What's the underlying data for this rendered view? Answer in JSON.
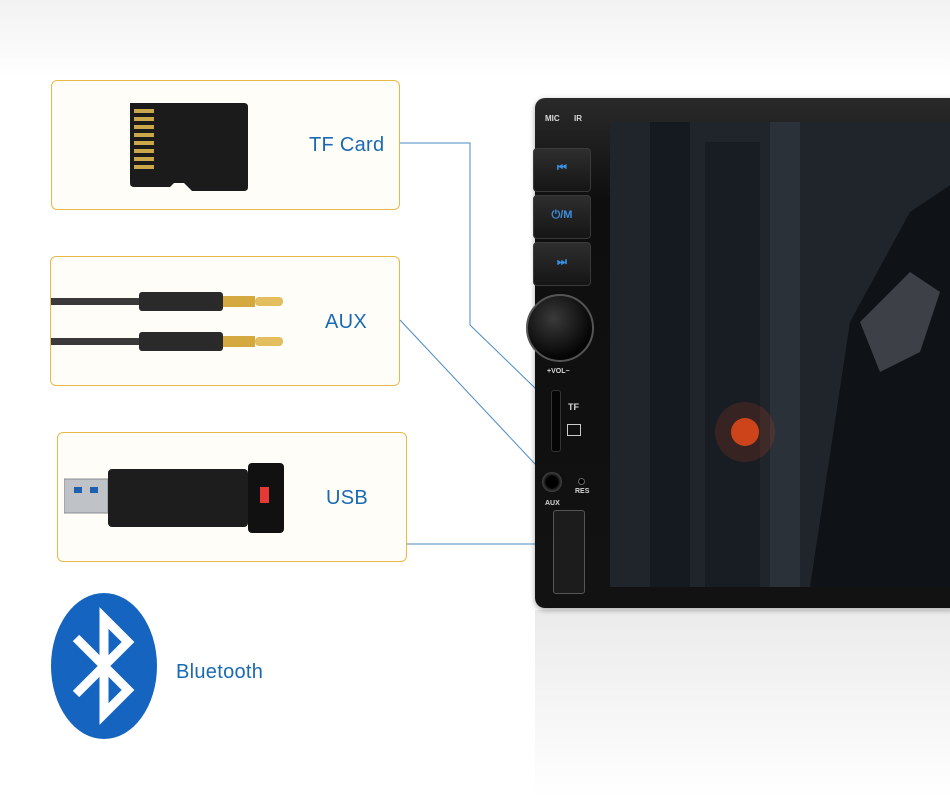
{
  "features": {
    "tf_card": {
      "label": "TF Card",
      "icon": "tf-card-icon"
    },
    "aux": {
      "label": "AUX",
      "icon": "aux-cable-icon"
    },
    "usb": {
      "label": "USB",
      "icon": "usb-drive-icon"
    },
    "bluetooth": {
      "label": "Bluetooth",
      "icon": "bluetooth-icon"
    }
  },
  "device": {
    "mic_label": "MIC",
    "ir_label": "IR",
    "prev_button_glyph": "⏮",
    "power_mode_glyph": "⏻/M",
    "next_button_glyph": "⏭",
    "vol_label": "+VOL−",
    "tf_label": "TF",
    "aux_label": "AUX",
    "res_label": "RES"
  },
  "colors": {
    "accent_text": "#1a6ab3",
    "box_border": "#e8b94a",
    "connector_line": "#4a8ac4",
    "bluetooth_blue": "#1565c0",
    "button_glyph": "#3c8fe0"
  }
}
